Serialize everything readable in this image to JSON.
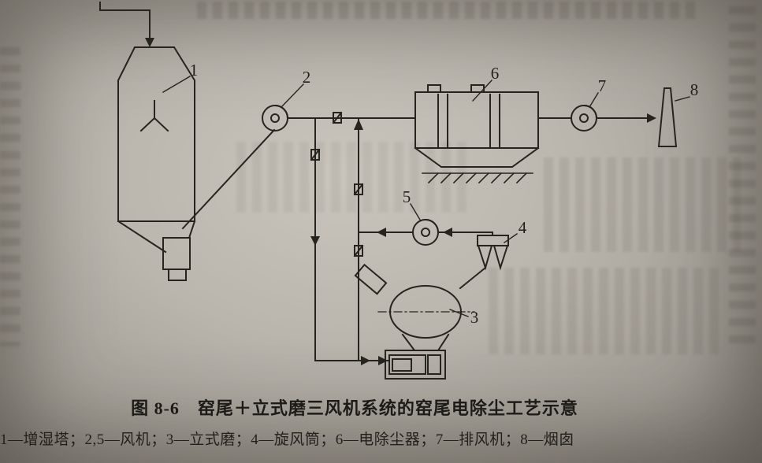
{
  "colors": {
    "paper": "#bab6ae",
    "paper_edge": "#837f78",
    "ink": "#23211c"
  },
  "figure": {
    "caption": "图 8-6　窑尾＋立式磨三风机系统的窑尾电除尘工艺示意",
    "legend": "1—增湿塔；2,5—风机；3—立式磨；4—旋风筒；6—电除尘器；7—排风机；8—烟囱"
  },
  "diagram": {
    "labels": {
      "tower": "1",
      "fan_2": "2",
      "mill": "3",
      "cyclone": "4",
      "fan_5": "5",
      "esp": "6",
      "exhaust_fan": "7",
      "stack": "8"
    }
  }
}
